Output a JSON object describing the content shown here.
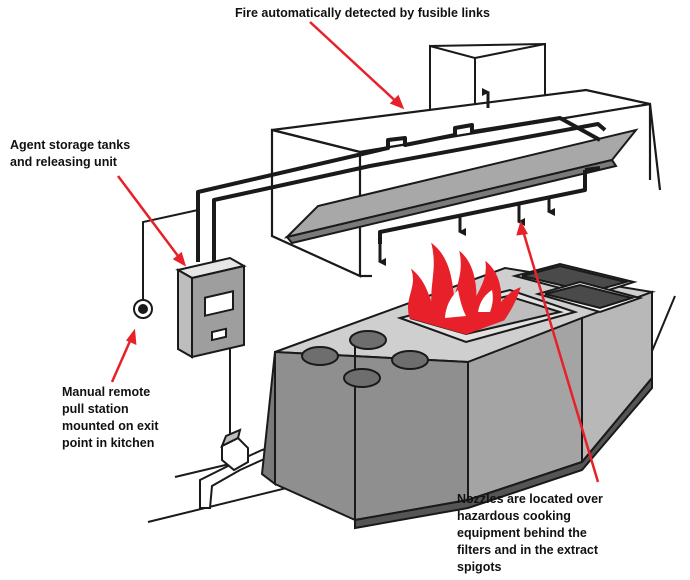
{
  "labels": {
    "fire_detected": "Fire automatically detected by fusible links",
    "agent_tanks": "Agent storage tanks\nand releasing unit",
    "pull_station": "Manual remote\npull station\nmounted on exit\npoint in kitchen",
    "nozzles": "Nozzles are located over\nhazardous cooking\nequipment behind the\nfilters and in the extract\nspigots"
  },
  "colors": {
    "pointer_red": "#e8202a",
    "flame_red": "#e8202a",
    "outline": "#1a1a1a",
    "equipment_front": "#9b9b9b",
    "equipment_top": "#cfcfcf",
    "filter_panel": "#a8a8a8",
    "burner": "#6e6e6e"
  },
  "icons": {
    "pull_station": "pull-station-icon",
    "control_unit": "agent-storage-unit-icon",
    "valve": "gas-valve-icon"
  }
}
